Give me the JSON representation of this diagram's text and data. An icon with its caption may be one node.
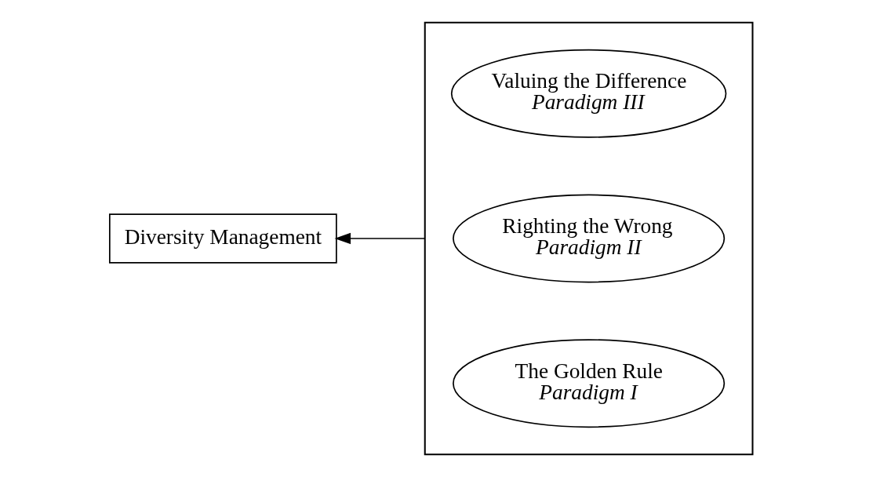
{
  "diagram": {
    "nodes": [
      {
        "text": [
          "Diversity Management"
        ]
      },
      {
        "text": [],
        "shape": "box"
      },
      {
        "text": [
          "Valuing the Difference",
          "Paradigm III"
        ],
        "in": 1
      },
      {
        "text": [
          "Righting the Wrong",
          "Paradigm II"
        ],
        "in": 1
      },
      {
        "text": [
          "The Golden Rule",
          "Paradigm I"
        ],
        "in": 1
      }
    ],
    "edges": [
      {
        "from": 1,
        "to": 0,
        "arrow": "to"
      }
    ]
  }
}
